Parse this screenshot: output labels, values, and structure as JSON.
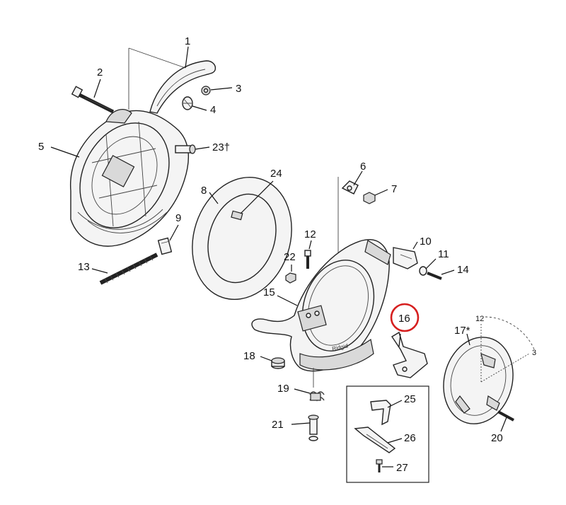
{
  "labels": {
    "l1": "1",
    "l2": "2",
    "l3": "3",
    "l4": "4",
    "l5": "5",
    "l6": "6",
    "l7": "7",
    "l8": "8",
    "l9": "9",
    "l10": "10",
    "l11": "11",
    "l12": "12",
    "l13": "13",
    "l14": "14",
    "l15": "15",
    "l16": "16",
    "l17": "17*",
    "l18": "18",
    "l19": "19",
    "l20": "20",
    "l21": "21",
    "l22": "22",
    "l23": "23†",
    "l24": "24",
    "l25": "25",
    "l26": "26",
    "l27": "27"
  },
  "clock": {
    "twelve": "12",
    "three": "3"
  },
  "plate_text": {
    "brand": "Ridgid"
  },
  "highlight": {
    "part": "16",
    "color": "#d61f1f"
  }
}
